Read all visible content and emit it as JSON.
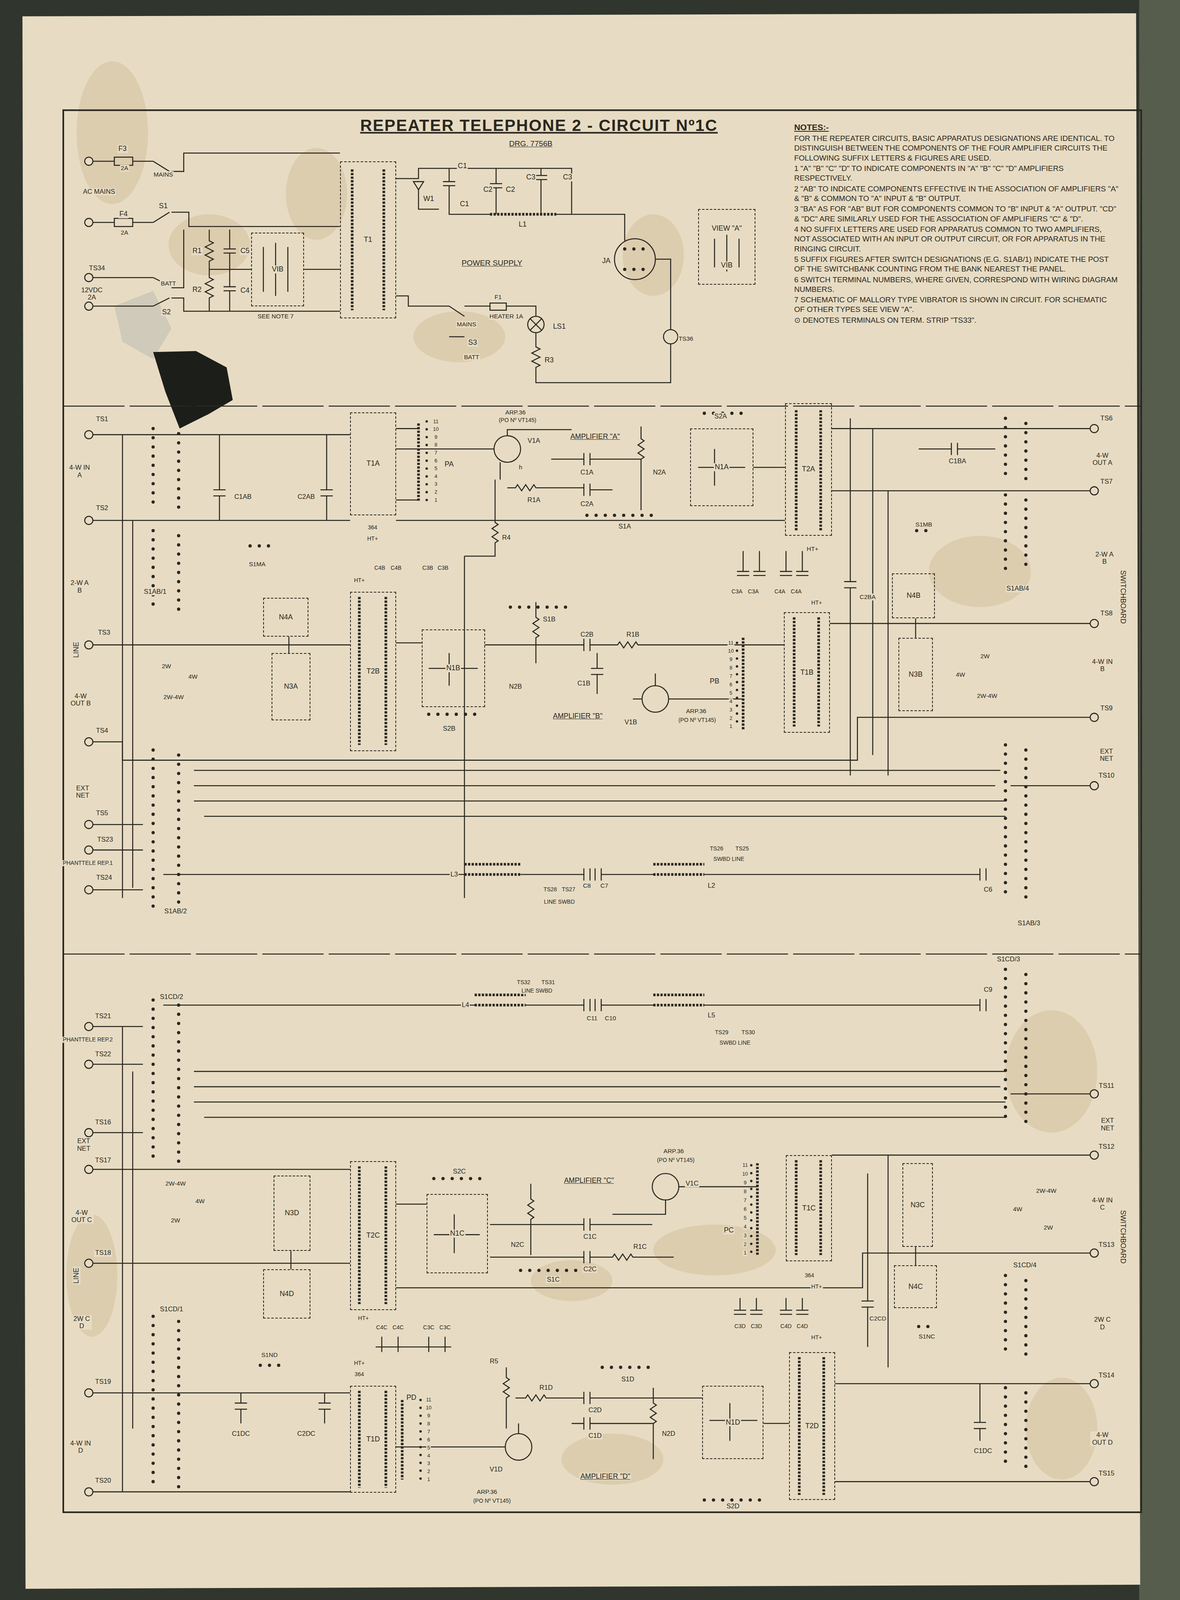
{
  "diagram": {
    "title": "REPEATER TELEPHONE 2 - CIRCUIT Nº1C",
    "nodes": [
      {
        "text": [
          "T1"
        ]
      },
      {
        "text": [
          "VIB"
        ]
      },
      {
        "text": [
          "VIEW \"A\"",
          "VIB"
        ]
      },
      {
        "text": [
          "T1A"
        ]
      },
      {
        "text": [
          "N1A"
        ]
      },
      {
        "text": [
          "T2A"
        ]
      },
      {
        "text": [
          "N4A"
        ]
      },
      {
        "text": [
          "N3A"
        ]
      },
      {
        "text": [
          "T2B"
        ]
      },
      {
        "text": [
          "N1B"
        ]
      },
      {
        "text": [
          "T1B"
        ]
      },
      {
        "text": [
          "N4B"
        ]
      },
      {
        "text": [
          "N3B"
        ]
      },
      {
        "text": [
          "N3D"
        ]
      },
      {
        "text": [
          "N4D"
        ]
      },
      {
        "text": [
          "T2C"
        ]
      },
      {
        "text": [
          "N1C"
        ]
      },
      {
        "text": [
          "T1C"
        ]
      },
      {
        "text": [
          "N3C"
        ]
      },
      {
        "text": [
          "N4C"
        ]
      },
      {
        "text": [
          "T1D"
        ]
      },
      {
        "text": [
          "N1D"
        ]
      },
      {
        "text": [
          "T2D"
        ]
      }
    ],
    "edges": [
      {
        "from": 0,
        "to": 1,
        "arrow": "none"
      },
      {
        "from": 4,
        "to": 5,
        "arrow": "none"
      },
      {
        "from": 6,
        "to": 7,
        "arrow": "none"
      },
      {
        "from": 8,
        "to": 9,
        "arrow": "none"
      },
      {
        "from": 11,
        "to": 12,
        "arrow": "none"
      },
      {
        "from": 13,
        "to": 14,
        "arrow": "none"
      },
      {
        "from": 15,
        "to": 16,
        "arrow": "none"
      },
      {
        "from": 18,
        "to": 19,
        "arrow": "none"
      },
      {
        "from": 21,
        "to": 22,
        "arrow": "none"
      }
    ],
    "labels": [
      "DRG. 7756B",
      "NOTES:-",
      "FOR THE REPEATER CIRCUITS, BASIC APPARATUS DESIGNATIONS ARE IDENTICAL. TO DISTINGUISH BETWEEN THE COMPONENTS OF THE FOUR AMPLIFIER CIRCUITS THE FOLLOWING SUFFIX LETTERS & FIGURES ARE USED.",
      "1 \"A\" \"B\" \"C\" \"D\" TO INDICATE COMPONENTS IN \"A\" \"B\" \"C\" \"D\" AMPLIFIERS RESPECTIVELY.",
      "2 \"AB\" TO INDICATE COMPONENTS EFFECTIVE IN THE ASSOCIATION OF AMPLIFIERS \"A\" & \"B\" & COMMON TO \"A\" INPUT & \"B\" OUTPUT.",
      "3 \"BA\" AS FOR \"AB\" BUT FOR COMPONENTS COMMON TO \"B\" INPUT & \"A\" OUTPUT. \"CD\" & \"DC\" ARE SIMILARLY USED FOR THE ASSOCIATION OF AMPLIFIERS \"C\" & \"D\".",
      "4 NO SUFFIX LETTERS ARE USED FOR APPARATUS COMMON TO TWO AMPLIFIERS, NOT ASSOCIATED WITH AN INPUT OR OUTPUT CIRCUIT, OR FOR APPARATUS IN THE RINGING CIRCUIT.",
      "5 SUFFIX FIGURES AFTER SWITCH DESIGNATIONS (E.G. S1AB/1) INDICATE THE POST OF THE SWITCHBANK COUNTING FROM THE BANK NEAREST THE PANEL.",
      "6 SWITCH TERMINAL NUMBERS, WHERE GIVEN, CORRESPOND WITH WIRING DIAGRAM NUMBERS.",
      "7 SCHEMATIC OF MALLORY TYPE VIBRATOR IS SHOWN IN CIRCUIT. FOR SCHEMATIC OF OTHER TYPES SEE VIEW \"A\".",
      "⊙ DENOTES TERMINALS ON TERM. STRIP \"TS33\".",
      "F3",
      "2A",
      "AC MAINS",
      "MAINS",
      "S1",
      "F4",
      "2A",
      "TS34",
      "12VDC 2A",
      "BATT",
      "S2",
      "R1",
      "R2",
      "C5",
      "C4",
      "SEE NOTE 7",
      "W1",
      "C1",
      "C1",
      "C2",
      "C2",
      "C3",
      "C3",
      "L1",
      "POWER SUPPLY",
      "JA",
      "F1",
      "HEATER 1A",
      "MAINS",
      "S3",
      "BATT",
      "LS1",
      "R3",
      "TS36",
      "TS1",
      "4-W IN A",
      "TS2",
      "2-W A B",
      "LINE",
      "TS3",
      "4-W OUT B",
      "TS4",
      "EXT NET",
      "TS5",
      "TS23",
      "PHANTTELE REP.1",
      "TS24",
      "S1AB/1",
      "S1AB/2",
      "S1MA",
      "C1AB",
      "C2AB",
      "PA",
      "ARP.36",
      "(PO Nº VT145)",
      "V1A",
      "h",
      "AMPLIFIER \"A\"",
      "C1A",
      "N2A",
      "R1A",
      "C2A",
      "S1A",
      "S2A",
      "HT+",
      "R4",
      "364",
      "HT+",
      "C4B",
      "C4B",
      "C3B",
      "C3B",
      "HT+",
      "S1B",
      "C2B",
      "R1B",
      "N2B",
      "C1B",
      "V1B",
      "AMPLIFIER \"B\"",
      "ARP.36",
      "(PO Nº VT145)",
      "S2B",
      "PB",
      "C3A",
      "C3A",
      "C4A",
      "C4A",
      "HT+",
      "C2BA",
      "C1BA",
      "S1MB",
      "S1AB/4",
      "TS6",
      "4-W OUT A",
      "TS7",
      "2-W A B",
      "SWITCHBOARD",
      "TS8",
      "4-W IN B",
      "TS9",
      "EXT NET",
      "TS10",
      "2W",
      "4W",
      "2W-4W",
      "2W",
      "4W",
      "2W-4W",
      "L3",
      "TS28",
      "TS27",
      "LINE SWBD",
      "C8",
      "C7",
      "TS26",
      "TS25",
      "SWBD LINE",
      "L2",
      "C6",
      "S1AB/3",
      "S1CD/3",
      "C9",
      "L4",
      "TS32",
      "TS31",
      "LINE SWBD",
      "C11",
      "C10",
      "L5",
      "TS29",
      "TS30",
      "SWBD LINE",
      "S1CD/2",
      "TS21",
      "PHANTTELE REP.2",
      "TS22",
      "TS16",
      "EXT NET",
      "TS17",
      "4-W OUT C",
      "LINE",
      "TS18",
      "2W C D",
      "TS19",
      "4-W IN D",
      "TS20",
      "2W-4W",
      "4W",
      "2W",
      "S1CD/1",
      "S1ND",
      "C1DC",
      "C2DC",
      "HT+",
      "C4C",
      "C4C",
      "C3C",
      "C3C",
      "HT+",
      "364",
      "S2C",
      "N2C",
      "AMPLIFIER \"C\"",
      "C1C",
      "ARP.36",
      "(PO Nº VT145)",
      "V1C",
      "C2C",
      "R1C",
      "S1C",
      "PC",
      "364",
      "HT+",
      "C3D",
      "C3D",
      "C4D",
      "C4D",
      "HT+",
      "C2CD",
      "S1CD/4",
      "S1NC",
      "C1DC",
      "TS11",
      "EXT NET",
      "TS12",
      "4-W IN C",
      "SWITCHBOARD",
      "TS13",
      "2W C D",
      "TS14",
      "4-W OUT D",
      "TS15",
      "2W-4W",
      "4W",
      "2W",
      "S2D",
      "N2D",
      "S1D",
      "R1D",
      "C2D",
      "C1D",
      "R5",
      "V1D",
      "AMPLIFIER \"D\"",
      "ARP.36",
      "(PO Nº VT145)",
      "PD",
      "11",
      "10",
      "9",
      "8",
      "7",
      "6",
      "5",
      "4",
      "3",
      "2",
      "1",
      "11",
      "10",
      "9",
      "8",
      "7",
      "6",
      "5",
      "4",
      "3",
      "2",
      "1",
      "11",
      "10",
      "9",
      "8",
      "7",
      "6",
      "5",
      "4",
      "3",
      "2",
      "1",
      "11",
      "10",
      "9",
      "8",
      "7",
      "6",
      "5",
      "4",
      "3",
      "2",
      "1"
    ]
  }
}
